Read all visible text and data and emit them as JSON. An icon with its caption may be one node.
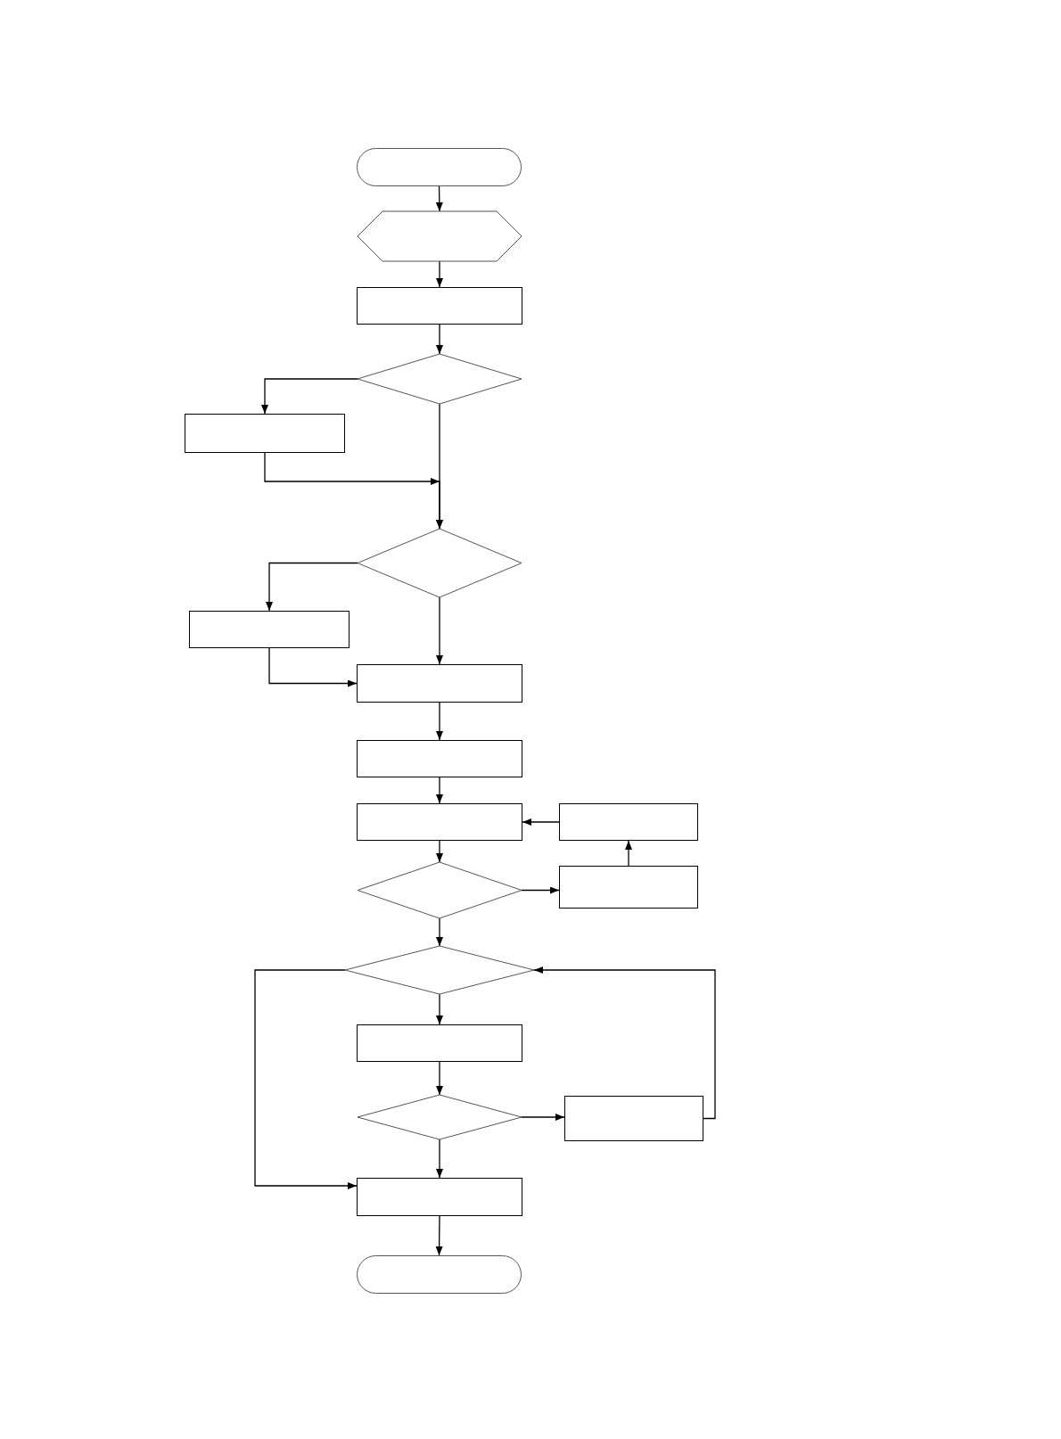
{
  "diagram": {
    "nodes": [
      {
        "text": [],
        "shape": "stadium"
      },
      {
        "text": [],
        "shape": "hexagon"
      },
      {
        "text": [],
        "shape": "box"
      },
      {
        "text": [],
        "shape": "diamond"
      },
      {
        "text": [],
        "shape": "box"
      },
      {
        "text": [],
        "shape": "diamond"
      },
      {
        "text": [],
        "shape": "box"
      },
      {
        "text": [],
        "shape": "box"
      },
      {
        "text": [],
        "shape": "box"
      },
      {
        "text": [],
        "shape": "box"
      },
      {
        "text": [],
        "shape": "box"
      },
      {
        "text": [],
        "shape": "diamond"
      },
      {
        "text": [],
        "shape": "box"
      },
      {
        "text": [],
        "shape": "diamond"
      },
      {
        "text": [],
        "shape": "box"
      },
      {
        "text": [],
        "shape": "diamond"
      },
      {
        "text": [],
        "shape": "box"
      },
      {
        "text": [],
        "shape": "box"
      },
      {
        "text": [],
        "shape": "stadium"
      }
    ],
    "edges": [
      {
        "from": 0,
        "to": 1,
        "arrow": "to"
      },
      {
        "from": 1,
        "to": 2,
        "arrow": "to"
      },
      {
        "from": 2,
        "to": 3,
        "arrow": "to"
      },
      {
        "from": 3,
        "to": 4,
        "arrow": "to"
      },
      {
        "from": 3,
        "to": 5,
        "arrow": "to"
      },
      {
        "from": 4,
        "to": 5,
        "arrow": "to"
      },
      {
        "from": 5,
        "to": 6,
        "arrow": "to"
      },
      {
        "from": 5,
        "to": 7,
        "arrow": "to"
      },
      {
        "from": 6,
        "to": 7,
        "arrow": "to"
      },
      {
        "from": 7,
        "to": 8,
        "arrow": "to"
      },
      {
        "from": 8,
        "to": 9,
        "arrow": "to"
      },
      {
        "from": 9,
        "to": 11,
        "arrow": "to"
      },
      {
        "from": 11,
        "to": 12,
        "arrow": "to"
      },
      {
        "from": 12,
        "to": 10,
        "arrow": "to"
      },
      {
        "from": 10,
        "to": 9,
        "arrow": "to"
      },
      {
        "from": 11,
        "to": 13,
        "arrow": "to"
      },
      {
        "from": 13,
        "to": 14,
        "arrow": "to"
      },
      {
        "from": 13,
        "to": 17,
        "arrow": "to"
      },
      {
        "from": 14,
        "to": 15,
        "arrow": "to"
      },
      {
        "from": 15,
        "to": 16,
        "arrow": "to"
      },
      {
        "from": 16,
        "to": 13,
        "arrow": "to"
      },
      {
        "from": 15,
        "to": 17,
        "arrow": "to"
      },
      {
        "from": 17,
        "to": 18,
        "arrow": "to"
      }
    ]
  }
}
